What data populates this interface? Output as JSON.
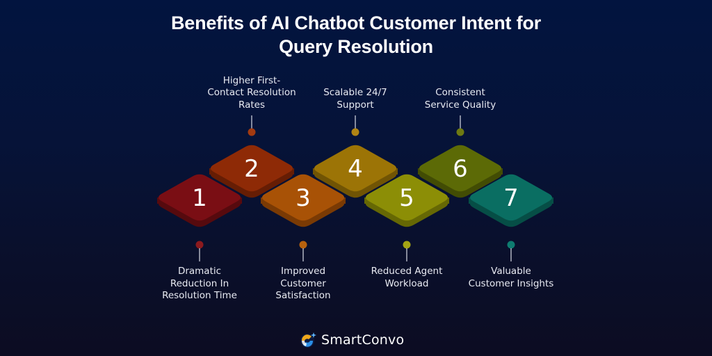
{
  "title": {
    "line1": "Benefits of AI Chatbot Customer Intent for",
    "line2": "Query Resolution"
  },
  "steps": [
    {
      "number": "1",
      "color": "#7a0e14",
      "side": "#560a0e",
      "dot": "#8b1a1e",
      "position": "bottom",
      "lines": [
        "Dramatic",
        "Reduction In",
        "Resolution Time"
      ]
    },
    {
      "number": "2",
      "color": "#8e2a06",
      "side": "#661d04",
      "dot": "#a33a10",
      "position": "top",
      "lines": [
        "Higher First-",
        "Contact Resolution",
        "Rates"
      ]
    },
    {
      "number": "3",
      "color": "#a85206",
      "side": "#7a3a04",
      "dot": "#b8620e",
      "position": "bottom",
      "lines": [
        "Improved",
        "Customer",
        "Satisfaction"
      ]
    },
    {
      "number": "4",
      "color": "#9c7406",
      "side": "#715404",
      "dot": "#b08414",
      "position": "top",
      "lines": [
        "Scalable 24/7",
        "Support"
      ]
    },
    {
      "number": "5",
      "color": "#8c8e06",
      "side": "#666804",
      "dot": "#a4a414",
      "position": "bottom",
      "lines": [
        "Reduced Agent",
        "Workload"
      ]
    },
    {
      "number": "6",
      "color": "#5c6a06",
      "side": "#424c04",
      "dot": "#6e7a12",
      "position": "top",
      "lines": [
        "Consistent",
        "Service Quality"
      ]
    },
    {
      "number": "7",
      "color": "#0a6e62",
      "side": "#064e46",
      "dot": "#0e7c70",
      "position": "bottom",
      "lines": [
        "Valuable",
        "Customer Insights"
      ]
    }
  ],
  "brand": {
    "name": "SmartConvo",
    "icon": "smartconvo-swirl-logo-icon"
  }
}
